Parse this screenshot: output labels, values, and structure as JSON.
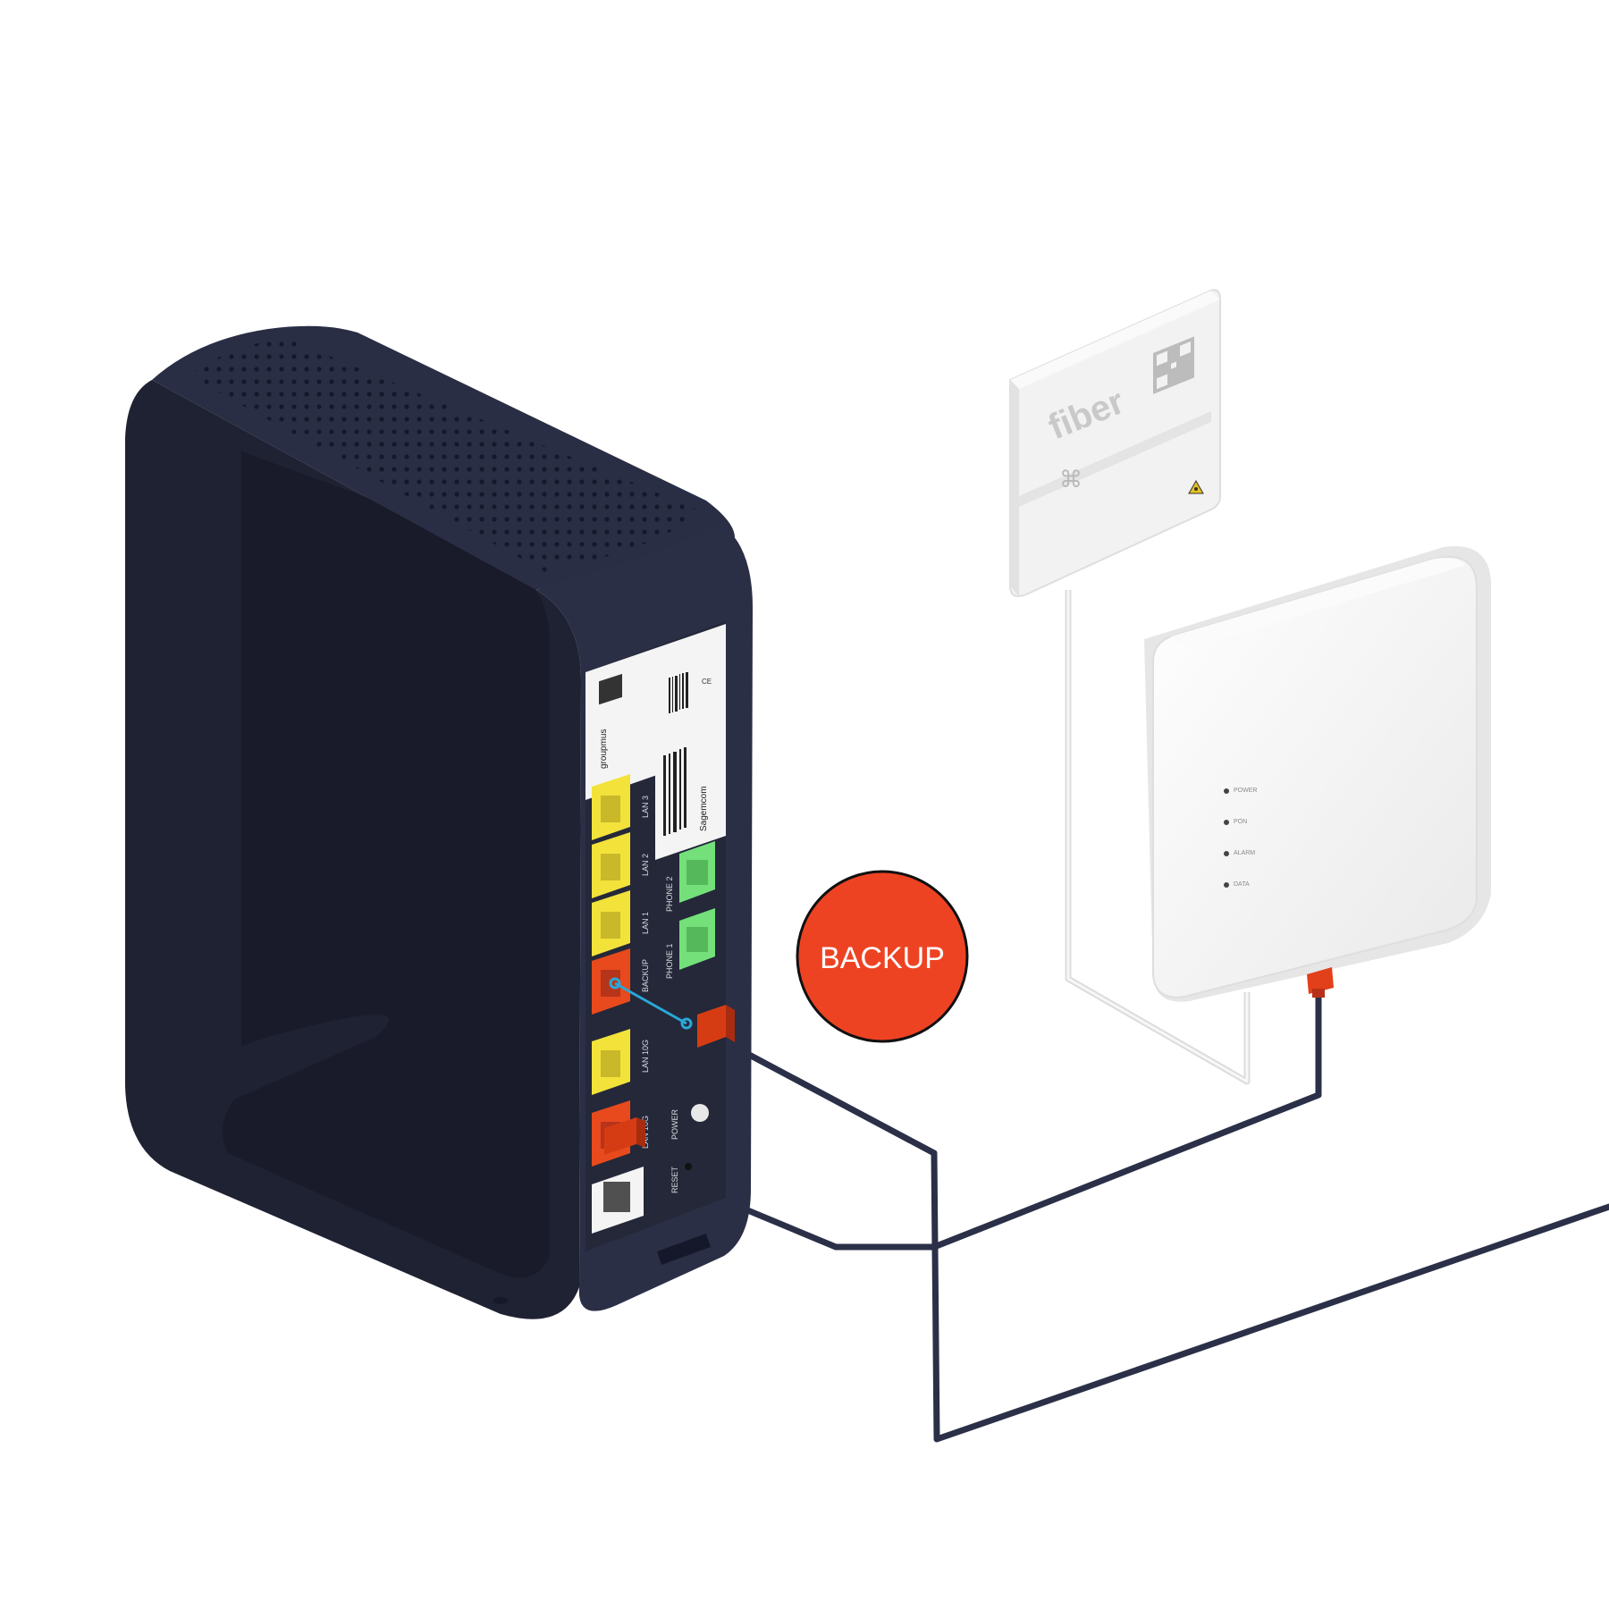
{
  "colors": {
    "router_body": "#23273a",
    "router_dark": "#1b1e2c",
    "port_yellow": "#f2e23a",
    "port_green": "#74e07a",
    "port_red": "#e84a1d",
    "badge": "#ee4323",
    "cable": "#2b3048",
    "fiber_cable": "#d8d8d8",
    "ont": "#f6f6f6",
    "outlet": "#f2f2f2",
    "accent_line": "#2aa8d8"
  },
  "badge": {
    "label": "BACKUP"
  },
  "router": {
    "ports": [
      {
        "label": "LAN 3",
        "color": "yellow"
      },
      {
        "label": "LAN 2",
        "color": "yellow"
      },
      {
        "label": "LAN 1",
        "color": "yellow"
      },
      {
        "label": "BACKUP",
        "color": "red"
      },
      {
        "label": "LAN 10G",
        "color": "yellow"
      },
      {
        "label": "LAN 10G",
        "color": "red"
      }
    ],
    "phone_ports": [
      {
        "label": "PHONE 2"
      },
      {
        "label": "PHONE 1"
      }
    ],
    "power_label": "POWER",
    "reset_label": "RESET",
    "sticker_brand": "groupmus",
    "sticker_maker": "Sagemcom"
  },
  "ont": {
    "leds": [
      {
        "label": "POWER"
      },
      {
        "label": "PON"
      },
      {
        "label": "ALARM"
      },
      {
        "label": "DATA"
      }
    ]
  },
  "fiber_outlet": {
    "label": "fiber",
    "icon": "laser-warning-icon"
  }
}
